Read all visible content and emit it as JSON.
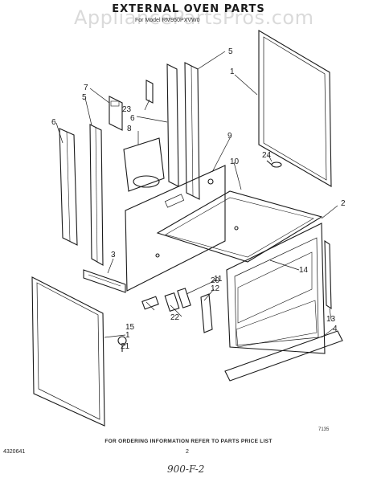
{
  "header": {
    "title": "EXTERNAL OVEN PARTS",
    "model_line": "For Model RM950PXVW0"
  },
  "watermark": "AppliancePartsPros.com",
  "callouts": [
    "1",
    "2",
    "3",
    "4",
    "5",
    "5",
    "6",
    "6",
    "7",
    "8",
    "9",
    "10",
    "11",
    "12",
    "13",
    "14",
    "15",
    "1",
    "20",
    "21",
    "22",
    "23",
    "24"
  ],
  "footer": {
    "ordering_note": "FOR ORDERING INFORMATION REFER TO PARTS PRICE LIST",
    "part_number": "4320641",
    "page_number": "2",
    "figure_code": "7135",
    "handwritten_note": "900-F-2"
  }
}
